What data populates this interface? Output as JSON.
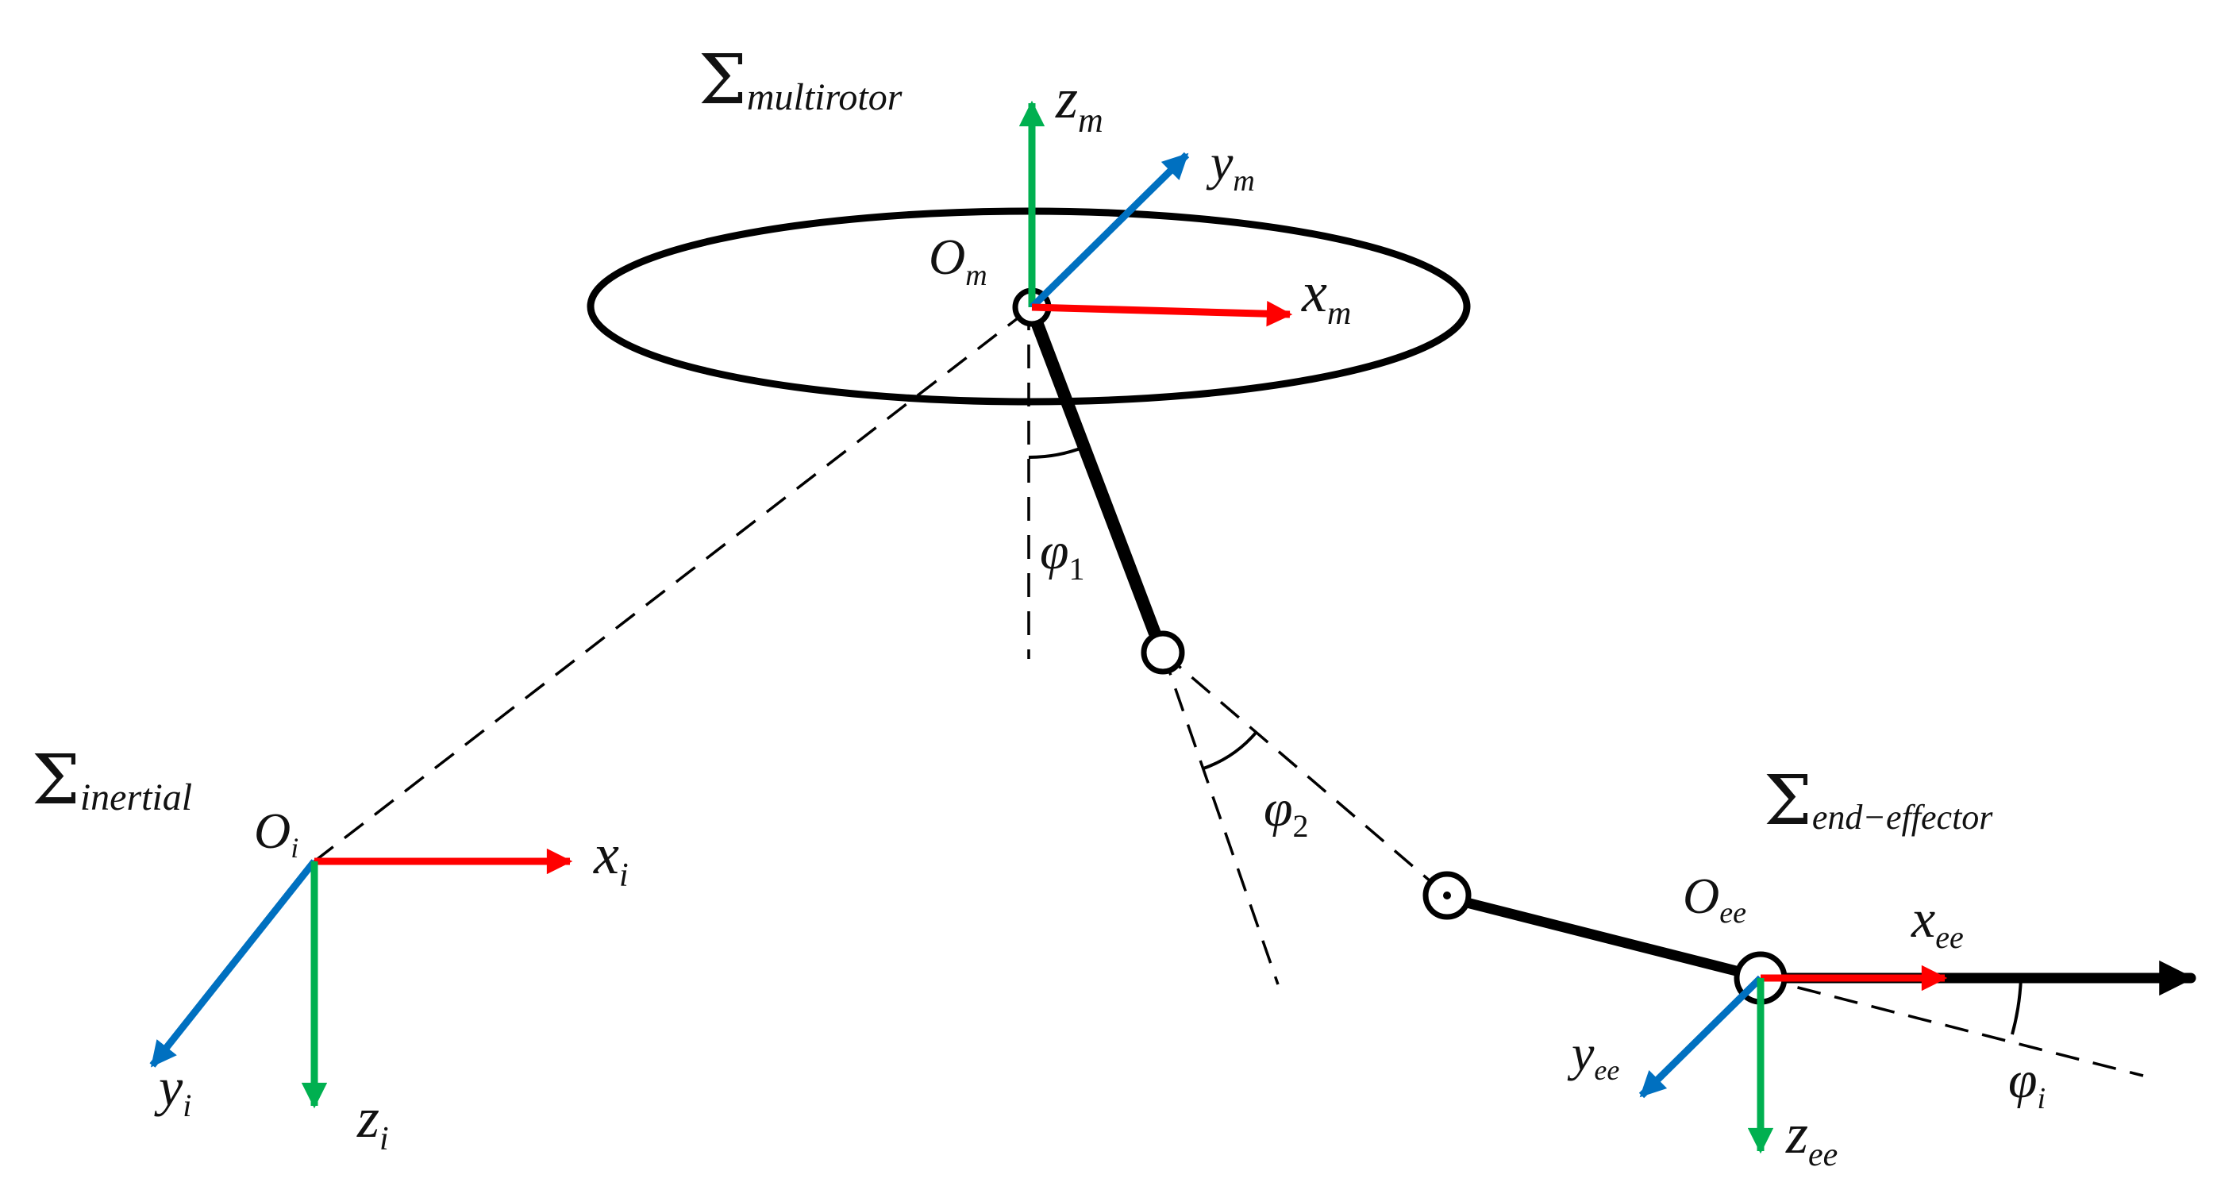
{
  "colors": {
    "x_axis": "#ff0000",
    "y_axis": "#0070c0",
    "z_axis": "#00b050",
    "ink": "#000000"
  },
  "frames": {
    "multirotor": {
      "sigma": "Σ",
      "name": "multirotor",
      "origin": {
        "main": "O",
        "sub": "m"
      },
      "x": {
        "main": "x",
        "sub": "m"
      },
      "y": {
        "main": "y",
        "sub": "m"
      },
      "z": {
        "main": "z",
        "sub": "m"
      }
    },
    "inertial": {
      "sigma": "Σ",
      "name": "inertial",
      "origin": {
        "main": "O",
        "sub": "i"
      },
      "x": {
        "main": "x",
        "sub": "i"
      },
      "y": {
        "main": "y",
        "sub": "i"
      },
      "z": {
        "main": "z",
        "sub": "i"
      }
    },
    "end_effector": {
      "sigma": "Σ",
      "name": "end−effector",
      "origin": {
        "main": "O",
        "sub": "ee"
      },
      "x": {
        "main": "x",
        "sub": "ee"
      },
      "y": {
        "main": "y",
        "sub": "ee"
      },
      "z": {
        "main": "z",
        "sub": "ee"
      }
    }
  },
  "angles": {
    "phi1": {
      "main": "φ",
      "sub": "1"
    },
    "phi2": {
      "main": "φ",
      "sub": "2"
    },
    "phii": {
      "main": "φ",
      "sub": "i"
    }
  }
}
